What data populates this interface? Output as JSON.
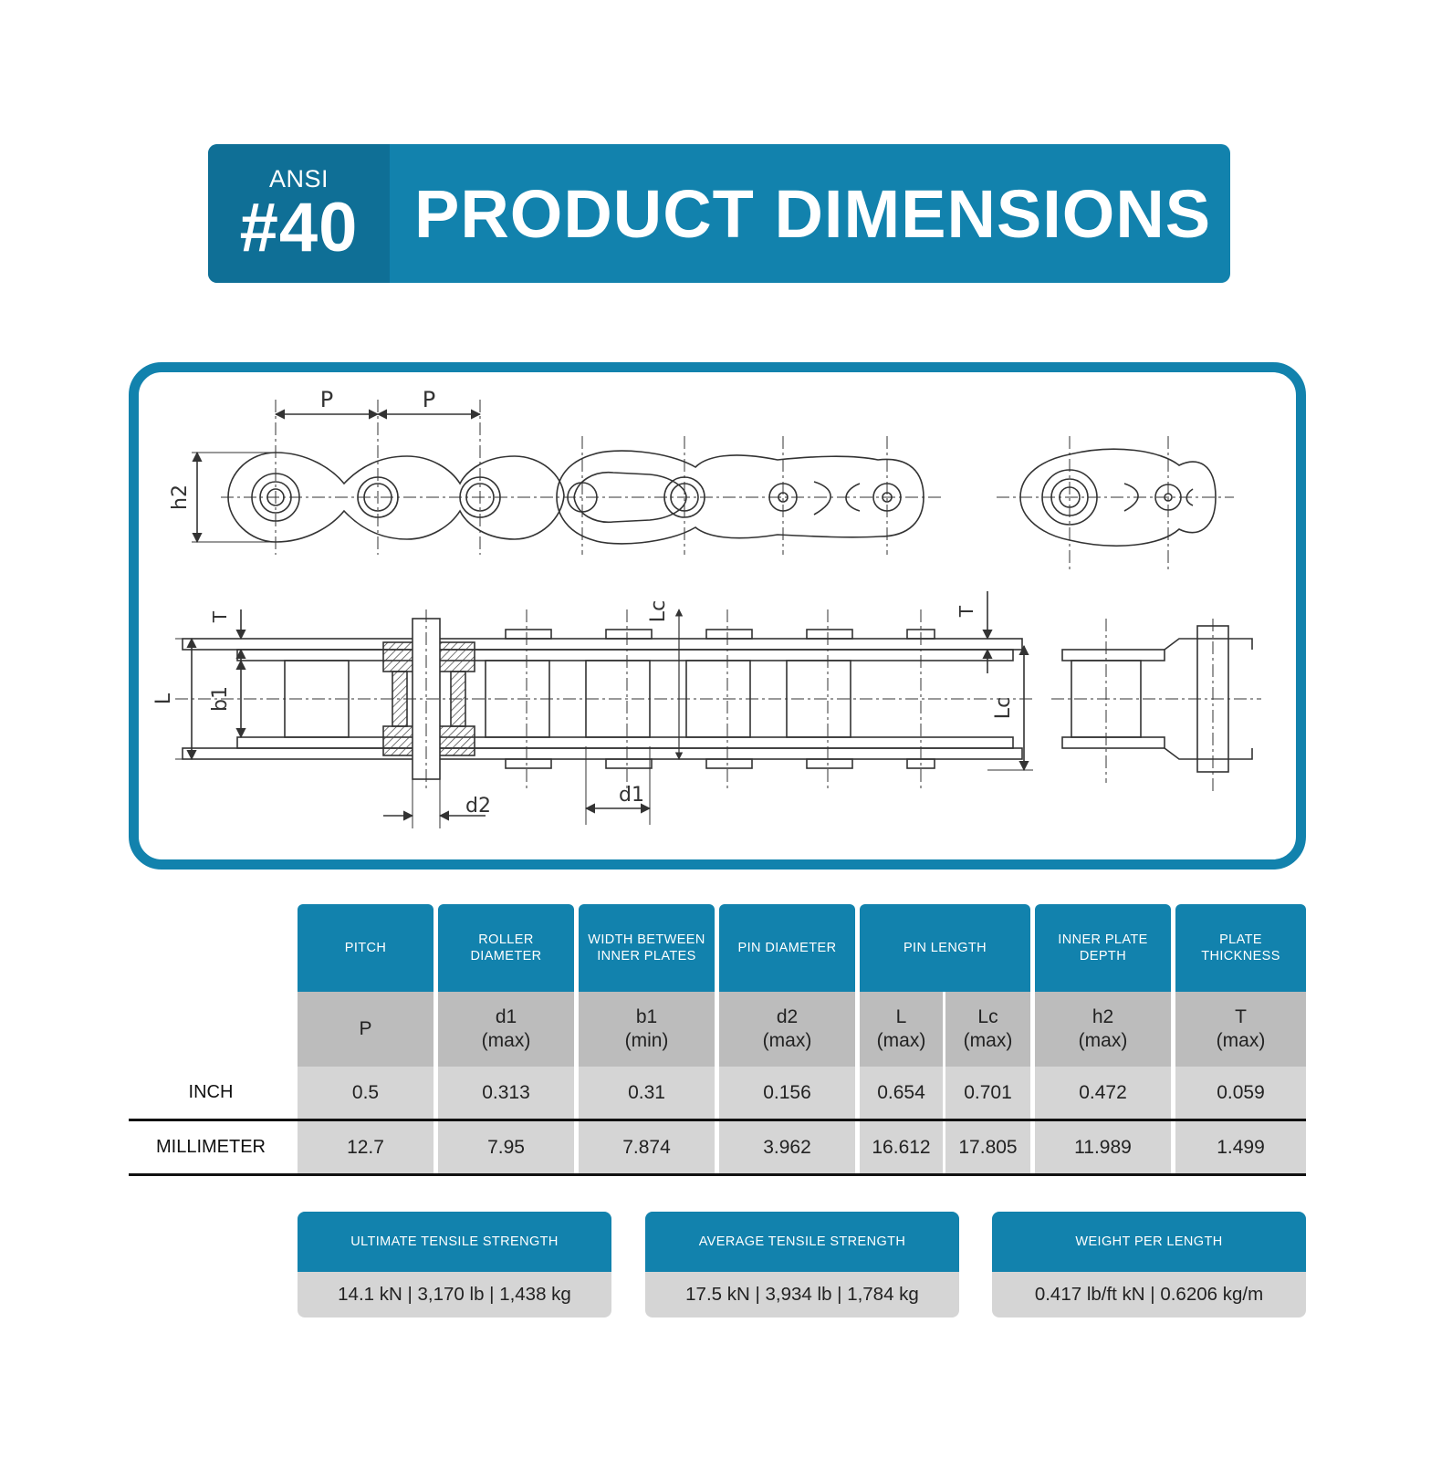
{
  "banner": {
    "standard": "ANSI",
    "size": "#40",
    "title": "PRODUCT DIMENSIONS"
  },
  "diagram": {
    "labels": {
      "pitch": "P",
      "plate_depth": "h2",
      "plate_thickness": "T",
      "pin_length": "L",
      "pin_length_c": "Lc",
      "inner_width": "b1",
      "pin_diameter": "d2",
      "roller_diameter": "d1"
    }
  },
  "table": {
    "headers": [
      {
        "label": "PITCH"
      },
      {
        "label": "ROLLER DIAMETER"
      },
      {
        "label": "WIDTH BETWEEN INNER PLATES"
      },
      {
        "label": "PIN DIAMETER"
      },
      {
        "label": "PIN LENGTH"
      },
      {
        "label": "INNER PLATE DEPTH"
      },
      {
        "label": "PLATE THICKNESS"
      }
    ],
    "symbols": [
      {
        "name": "P",
        "qual": ""
      },
      {
        "name": "d1",
        "qual": "(max)"
      },
      {
        "name": "b1",
        "qual": "(min)"
      },
      {
        "name": "d2",
        "qual": "(max)"
      },
      {
        "name": "L",
        "qual": "(max)"
      },
      {
        "name": "Lc",
        "qual": "(max)"
      },
      {
        "name": "h2",
        "qual": "(max)"
      },
      {
        "name": "T",
        "qual": "(max)"
      }
    ],
    "rows": [
      {
        "label": "INCH",
        "values": [
          "0.5",
          "0.313",
          "0.31",
          "0.156",
          "0.654",
          "0.701",
          "0.472",
          "0.059"
        ]
      },
      {
        "label": "MILLIMETER",
        "values": [
          "12.7",
          "7.95",
          "7.874",
          "3.962",
          "16.612",
          "17.805",
          "11.989",
          "1.499"
        ]
      }
    ]
  },
  "strength": [
    {
      "label": "ULTIMATE TENSILE STRENGTH",
      "value": "14.1 kN | 3,170 lb | 1,438 kg"
    },
    {
      "label": "AVERAGE TENSILE STRENGTH",
      "value": "17.5 kN | 3,934 lb | 1,784 kg"
    },
    {
      "label": "WEIGHT PER LENGTH",
      "value": "0.417 lb/ft kN | 0.6206 kg/m"
    }
  ],
  "colors": {
    "brand_blue": "#1282ad",
    "brand_blue_dark": "#0f6f96",
    "symbol_row_gray": "#bcbcbc",
    "value_row_gray": "#d5d5d5"
  }
}
